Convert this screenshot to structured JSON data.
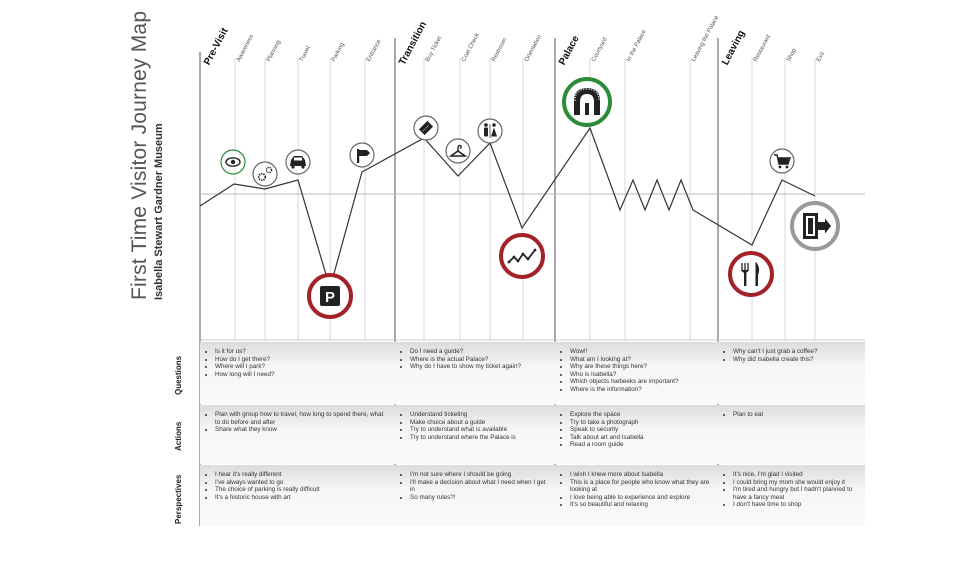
{
  "title": "First Time Visitor Journey Map",
  "subtitle": "Isabella Stewart Gardner Museum",
  "phases": [
    {
      "name": "Pre-Visit",
      "steps": [
        "Awareness",
        "Planning",
        "Travel",
        "Parking",
        "Entrance"
      ]
    },
    {
      "name": "Transition",
      "steps": [
        "Buy Ticket",
        "Coat Check",
        "Restroom",
        "Orientation"
      ]
    },
    {
      "name": "Palace",
      "steps": [
        "Courtyard",
        "In the Palace",
        "Leaving the Palace"
      ]
    },
    {
      "name": "Leaving",
      "steps": [
        "Restaurant",
        "Shop",
        "Exit"
      ]
    }
  ],
  "touchpoint_icons": [
    {
      "name": "eye-icon",
      "mood": "positive"
    },
    {
      "name": "gears-icon",
      "mood": "neutral"
    },
    {
      "name": "car-icon",
      "mood": "neutral"
    },
    {
      "name": "parking-icon",
      "mood": "very-negative"
    },
    {
      "name": "entrance-sign-icon",
      "mood": "neutral"
    },
    {
      "name": "ticket-icon",
      "mood": "neutral"
    },
    {
      "name": "coat-hanger-icon",
      "mood": "neutral"
    },
    {
      "name": "restroom-icon",
      "mood": "neutral"
    },
    {
      "name": "confusing-path-icon",
      "mood": "negative"
    },
    {
      "name": "courtyard-arch-icon",
      "mood": "very-positive"
    },
    {
      "name": "restaurant-icon",
      "mood": "negative"
    },
    {
      "name": "shopping-cart-icon",
      "mood": "neutral"
    },
    {
      "name": "exit-door-icon",
      "mood": "neutral"
    }
  ],
  "colors": {
    "positive": "#2e8b3a",
    "negative": "#a3222a",
    "neutral": "#666666",
    "exit": "#999999"
  },
  "rows": [
    {
      "label": "Questions",
      "cells": [
        [
          "Is it for us?",
          "How do I get there?",
          "Where will I park?",
          "How long will I need?"
        ],
        [
          "Do I need a guide?",
          "Where is the actual Palace?",
          "Why do I have to show my ticket again?"
        ],
        [
          "Wow!!",
          "What am I looking at?",
          "Why are these things here?",
          "Who is Isabella?",
          "Which objects Isebeeks are important?",
          "Where is the information?"
        ],
        [
          "Why can't I just grab a coffee?",
          "Why did Isabella create this?"
        ]
      ]
    },
    {
      "label": "Actions",
      "cells": [
        [
          "Plan with group how to travel, how long to spend there, what to do before and after",
          "Share what they know"
        ],
        [
          "Understand ticketing",
          "Make choice about a guide",
          "Try to understand what is available",
          "Try to understand where the Palace is"
        ],
        [
          "Explore the space",
          "Try to take a photograph",
          "Speak to security",
          "Talk about art and Isabella",
          "Read a room guide"
        ],
        [
          "Plan to eat"
        ]
      ]
    },
    {
      "label": "Perspectives",
      "cells": [
        [
          "I hear it's really different",
          "I've always wanted to go",
          "The choice of parking is really difficult",
          "It's a historic house with art"
        ],
        [
          "I'm not sure where I should be going",
          "I'll make a decision about what I need when I get in",
          "So many rules?!"
        ],
        [
          "I wish I knew more about Isabella",
          "This is a place for people who know what they are looking at",
          "I love being able to experience and explore",
          "It's so beautiful and relaxing"
        ],
        [
          "It's nice, I'm glad I visited",
          "I could bring my mom she would enjoy it",
          "I'm tired and hungry but I hadn't planned to have a fancy meal",
          "I don't have time to shop"
        ]
      ]
    }
  ]
}
